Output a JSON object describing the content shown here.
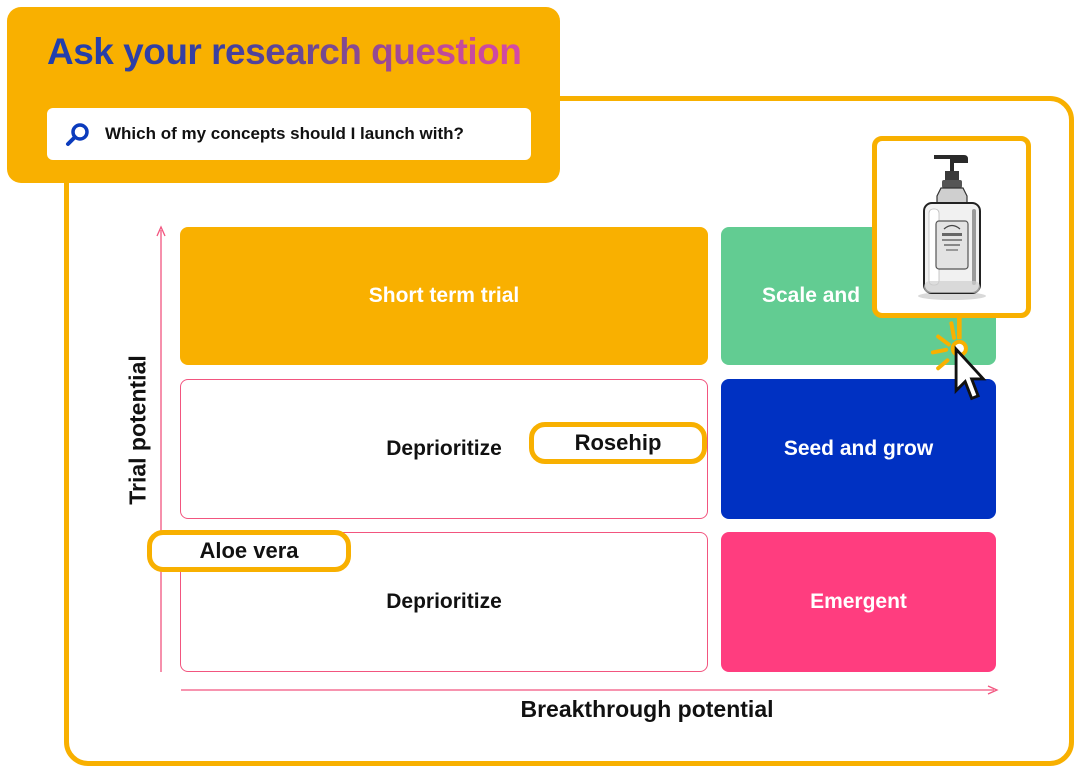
{
  "header": {
    "title": "Ask your research question",
    "search": {
      "query": "Which of my concepts should I launch with?"
    }
  },
  "matrix": {
    "quadrants": {
      "short_term_trial": "Short term trial",
      "scale_and": "Scale and",
      "deprioritize_mid": "Deprioritize",
      "seed_and_grow": "Seed and grow",
      "deprioritize_low": "Deprioritize",
      "emergent": "Emergent"
    },
    "y_axis_label": "Trial potential",
    "x_axis_label": "Breakthrough potential"
  },
  "markers": {
    "rosehip": "Rosehip",
    "aloe_vera": "Aloe vera"
  },
  "colors": {
    "accent_yellow": "#f9b000",
    "green": "#62cc92",
    "blue": "#0031c2",
    "pink": "#ff3d7f",
    "outline_pink": "#f2557f"
  },
  "icons": {
    "search": "search-icon",
    "product": "product-bottle-image",
    "cursor": "cursor-icon"
  }
}
